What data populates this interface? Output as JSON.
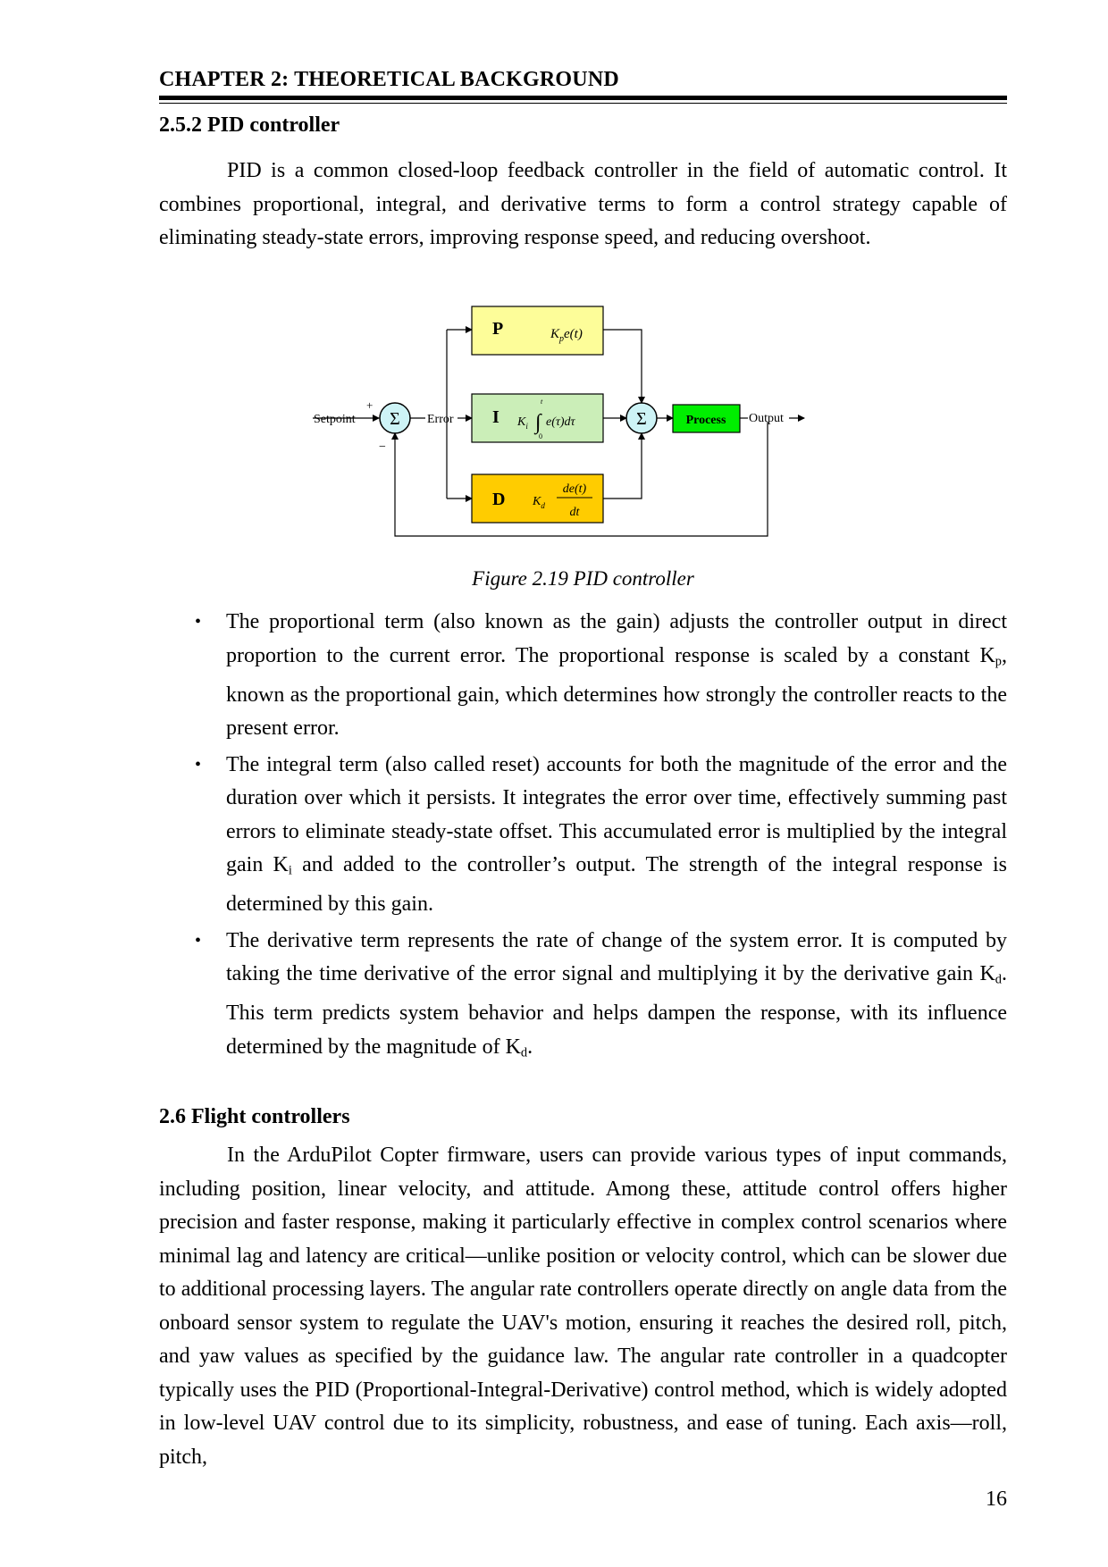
{
  "header": {
    "chapter": "CHAPTER 2: THEORETICAL BACKGROUND"
  },
  "section_252": {
    "heading": "2.5.2 PID controller",
    "paragraph": "PID is a common closed-loop feedback controller in the field of automatic control. It combines proportional, integral, and derivative terms to form a control strategy capable of eliminating steady-state errors, improving response speed, and reducing overshoot."
  },
  "figure": {
    "caption": "Figure 2.19 PID controller",
    "labels": {
      "setpoint": "Setpoint",
      "plus": "+",
      "minus": "−",
      "error": "Error",
      "output": "Output",
      "sigma": "Σ",
      "p": "P",
      "i": "I",
      "d": "D",
      "process": "Process",
      "kp": "K",
      "kp_sub": "p",
      "kp_tail": "e(t)",
      "ki": "K",
      "ki_sub": "i",
      "integral": "∫",
      "int_upper": "t",
      "int_lower": "0",
      "ki_tail": "e(τ)dτ",
      "kd": "K",
      "kd_sub": "d",
      "kd_num": "de(t)",
      "kd_den": "dt"
    },
    "colors": {
      "p": "#fdfd99",
      "i": "#cbeeb8",
      "d": "#ffcc00",
      "process": "#00ee00",
      "sum": "#cdf3f6"
    }
  },
  "bullets": [
    {
      "pre": "The proportional term (also known as the gain) adjusts the controller output in direct proportion to the current error. The proportional response is scaled by a constant K",
      "sub": "p",
      "post": ", known as the proportional gain, which determines how strongly the controller reacts to the present error."
    },
    {
      "pre": "The integral term (also called reset) accounts for both the magnitude of the error and the duration over which it persists. It integrates the error over time, effectively summing past errors to eliminate steady-state offset. This accumulated error is multiplied by the integral gain K",
      "sub": "i",
      "post": " and added to the controller’s output. The strength of the integral response is determined by this gain."
    },
    {
      "pre": "The derivative term represents the rate of change of the system error. It is computed by taking the time derivative of the error signal and multiplying it by the derivative gain K",
      "sub": "d",
      "post": ". This term predicts system behavior and helps dampen the response, with its influence determined by the magnitude of K",
      "sub2": "d",
      "post2": "."
    }
  ],
  "bullet_symbol": "•",
  "section_26": {
    "heading": "2.6 Flight controllers",
    "paragraph": "In the ArduPilot Copter firmware, users can provide various types of input commands, including position, linear velocity, and attitude. Among these, attitude control offers higher precision and faster response, making it particularly effective in complex control scenarios where minimal lag and latency are critical—unlike position or velocity control, which can be slower due to additional processing layers. The angular rate controllers operate directly on angle data from the onboard sensor system to regulate the UAV's motion, ensuring it reaches the desired roll, pitch, and yaw values as specified by the guidance law. The angular rate controller in a quadcopter typically uses the PID (Proportional-Integral-Derivative) control method, which is widely adopted in low-level UAV control due to its simplicity, robustness, and ease of tuning. Each axis—roll, pitch,"
  },
  "page_number": "16"
}
